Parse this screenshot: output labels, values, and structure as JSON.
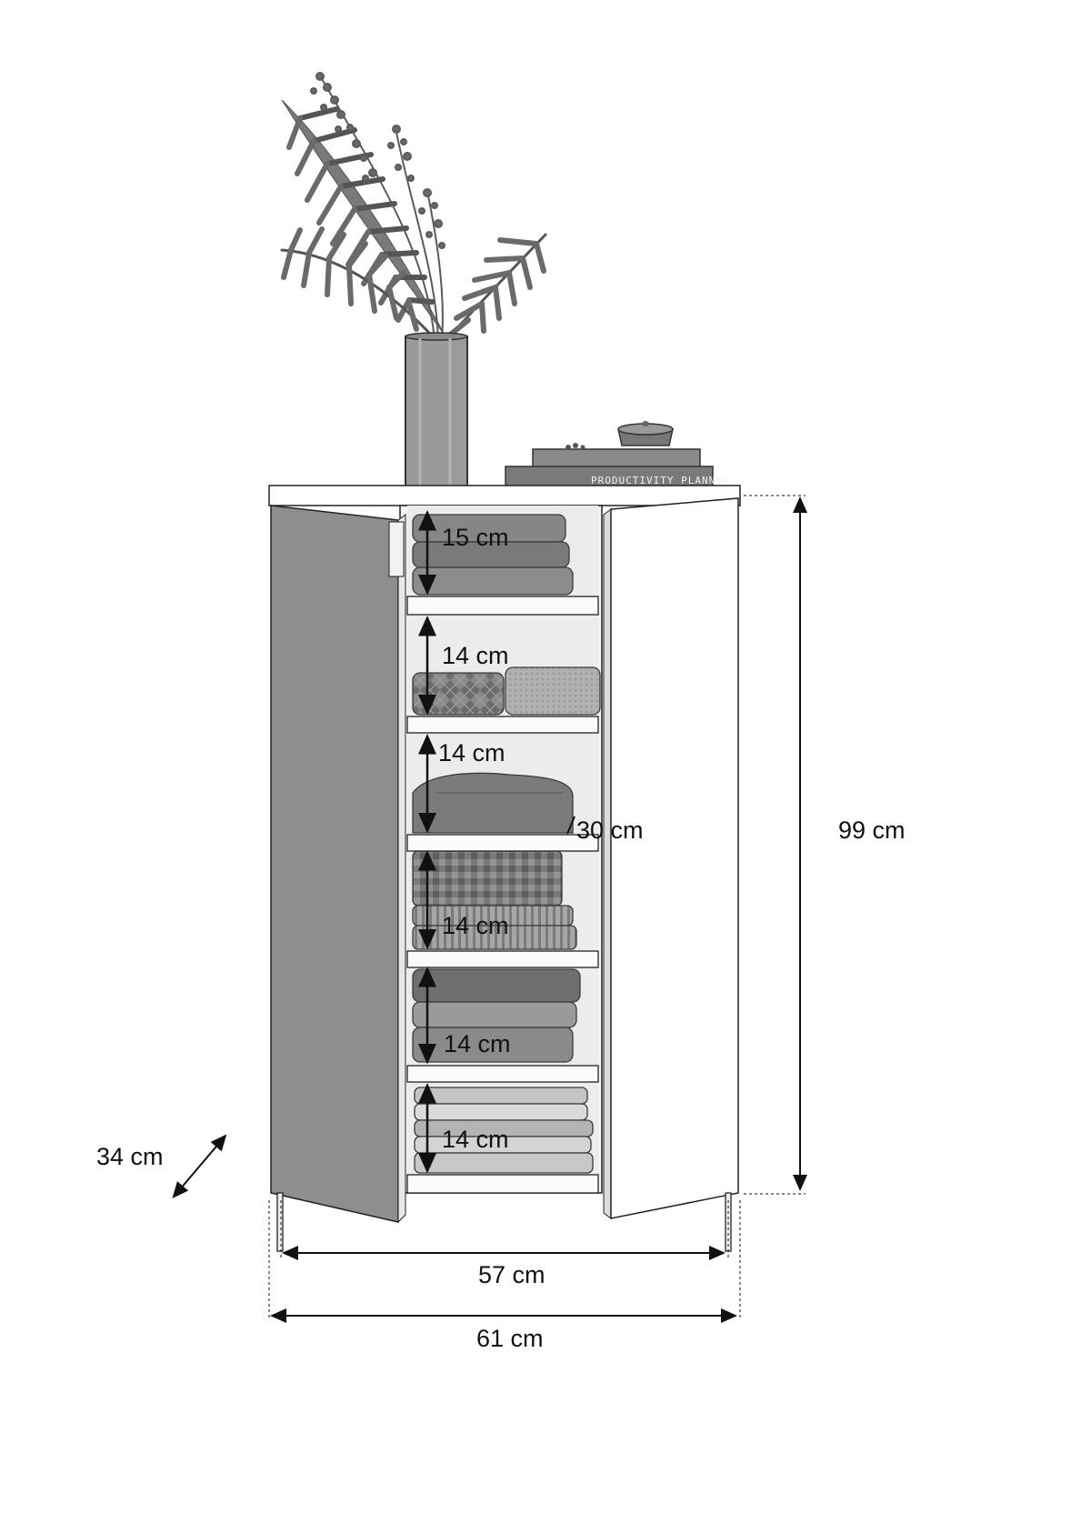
{
  "dimensions": {
    "height_total": "99 cm",
    "width_total": "61 cm",
    "width_inner": "57 cm",
    "depth_total": "34 cm",
    "shelf_depth": "30 cm",
    "shelf_heights": [
      "15 cm",
      "14 cm",
      "14 cm",
      "14 cm",
      "14 cm",
      "14 cm"
    ]
  },
  "book_title": "PRODUCTIVITY PLANNER",
  "colors": {
    "line": "#111111",
    "cabinet": "#ffffff",
    "door_inside": "#8a8a8a",
    "plant": "#7a7a7a",
    "vase": "#9a9a9a",
    "clothes": "#7d7d7d"
  }
}
